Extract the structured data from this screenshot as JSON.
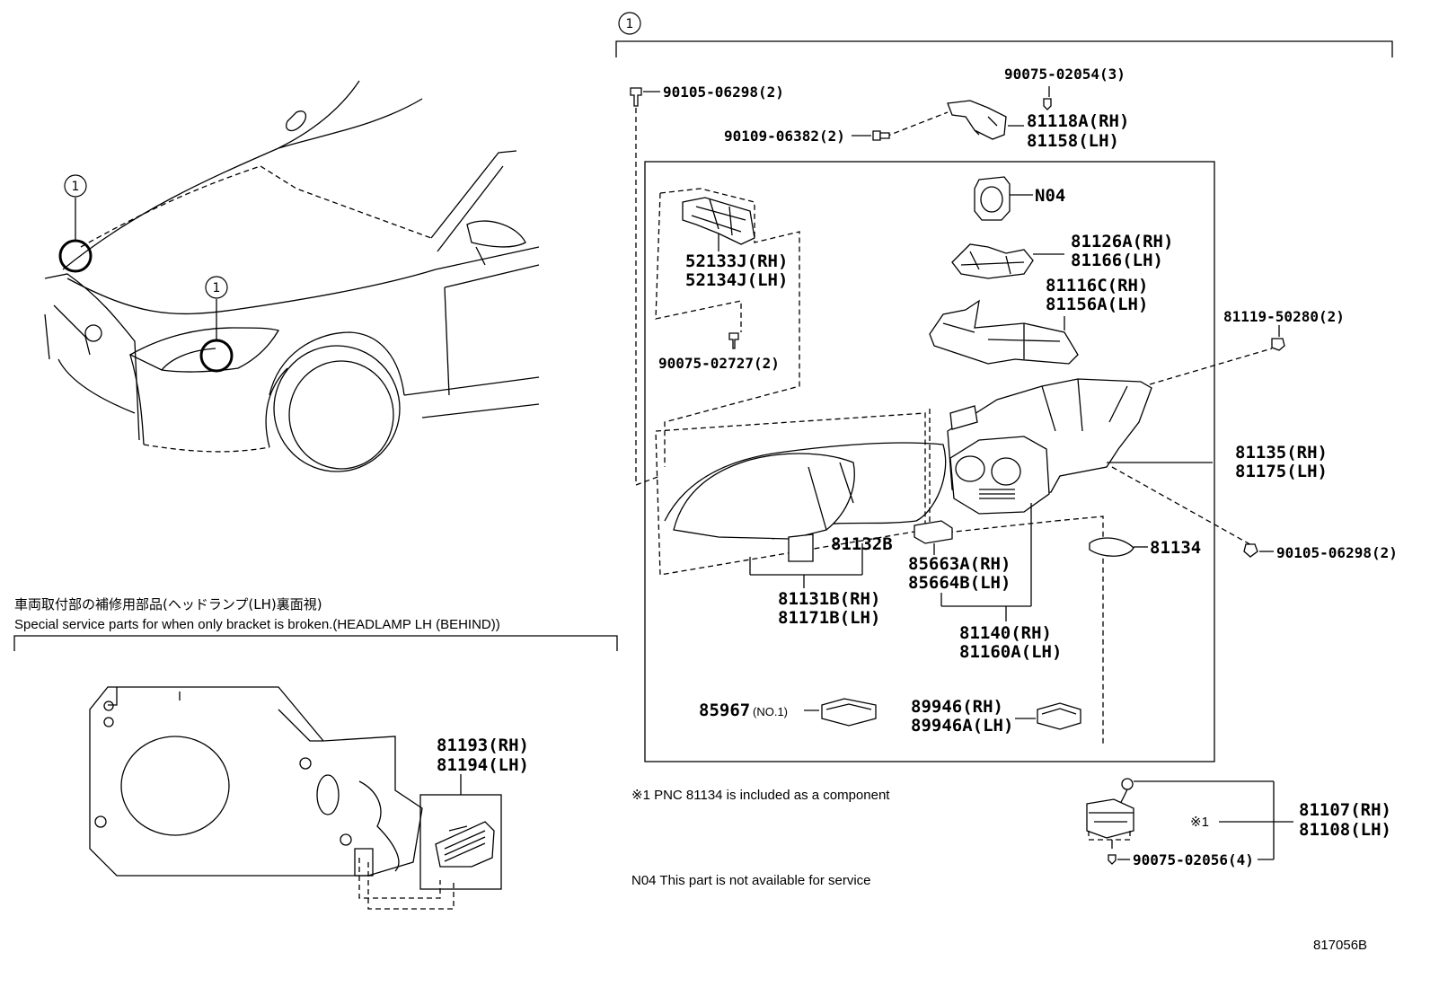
{
  "callout_marker": "1",
  "special_service": {
    "title_ja": "車両取付部の補修用部品(ヘッドランプ(LH)裏面視)",
    "title_en": "Special service parts for when only bracket is broken.(HEADLAMP LH (BEHIND))",
    "bracket_rh": "81193(RH)",
    "bracket_lh": "81194(LH)"
  },
  "parts": {
    "screw_top": "90105-06298(2)",
    "screw_bracket": "90075-02054(3)",
    "bolt_bracket": "90109-06382(2)",
    "bracket_rh": "81118A(RH)",
    "bracket_lh": "81158(LH)",
    "n04": "N04",
    "retainer_rh": "52133J(RH)",
    "retainer_lh": "52134J(LH)",
    "screw_retainer": "90075-02727(2)",
    "p81126_rh": "81126A(RH)",
    "p81166_lh": "81166(LH)",
    "p81116_rh": "81116C(RH)",
    "p81156_lh": "81156A(LH)",
    "nut_right": "81119-50280(2)",
    "housing_rh": "81135(RH)",
    "housing_lh": "81175(LH)",
    "lens_cover": "81132B",
    "gasket": "81134",
    "screw_right": "90105-06298(2)",
    "module_rh": "85663A(RH)",
    "module_lh": "85664B(LH)",
    "lens_rh": "81131B(RH)",
    "lens_lh": "81171B(LH)",
    "unit_rh": "81140(RH)",
    "unit_lh": "81160A(LH)",
    "computer": "85967",
    "computer_no": "(NO.1)",
    "ecu_rh": "89946(RH)",
    "ecu_lh": "89946A(LH)",
    "ballast_rh": "81107(RH)",
    "ballast_lh": "81108(LH)",
    "ballast_mark": "※1",
    "ballast_screw": "90075-02056(4)"
  },
  "notes": {
    "note1": "※1 PNC 81134 is included as a component",
    "n04": "N04 This part is not available for service"
  },
  "diagram_id": "817056B"
}
